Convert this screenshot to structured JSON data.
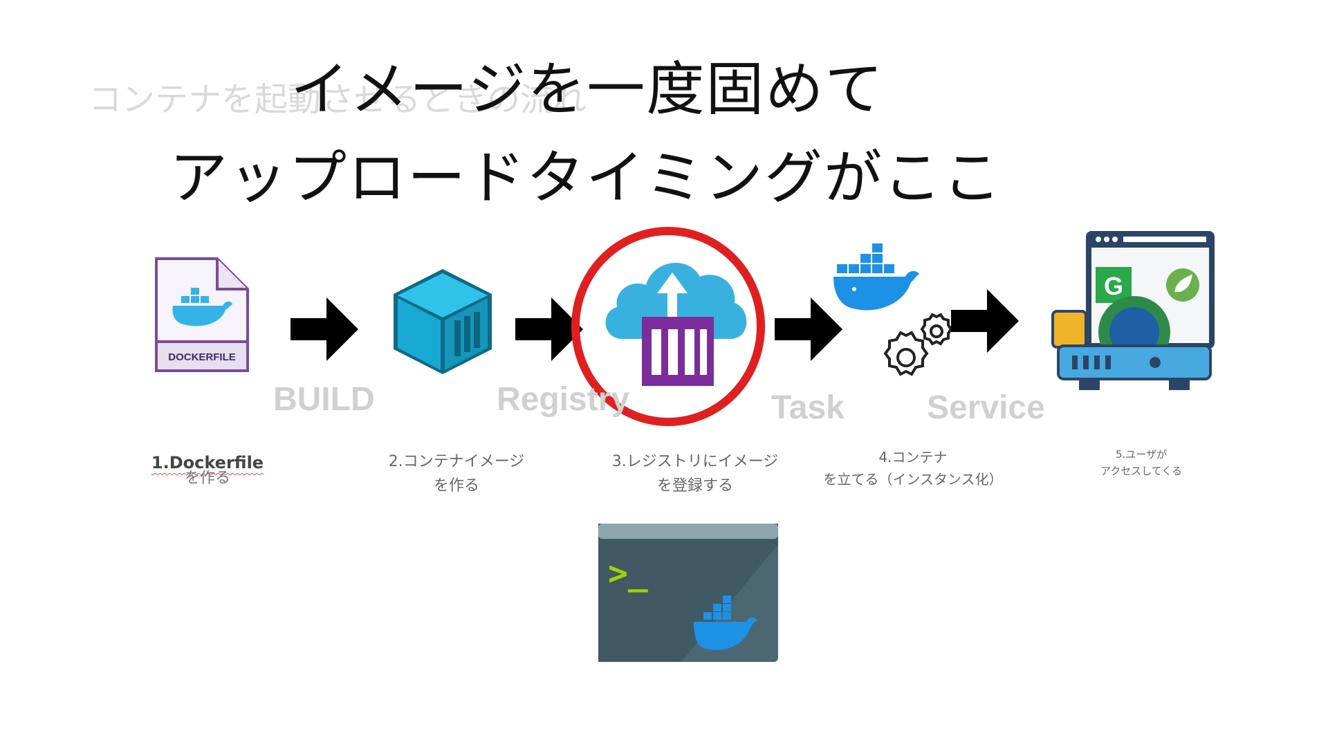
{
  "background_title": "コンテナを起動させるときの流れ",
  "headline": {
    "line1": "イメージを一度固めて",
    "line2": "アップロードタイミングがここ"
  },
  "stage_labels": [
    "BUILD",
    "Registry",
    "Task",
    "Service"
  ],
  "steps": [
    {
      "line1": "1.Dockerfile",
      "line2": "を作る"
    },
    {
      "line1": "2.コンテナイメージ",
      "line2": "を作る"
    },
    {
      "line1": "3.レジストリにイメージ",
      "line2": "を登録する"
    },
    {
      "line1": "4.コンテナ",
      "line2": "を立てる（インスタンス化）"
    },
    {
      "line1": "5.ユーザが",
      "line2": "アクセスしてくる"
    }
  ],
  "icons": {
    "dockerfile_badge": "DOCKERFILE",
    "terminal_prompt": ">_",
    "web_badge": "G"
  },
  "colors": {
    "highlight_circle": "#e02020",
    "docker_blue": "#1d91e6",
    "container_teal": "#1bb0d8",
    "registry_purple": "#7b2d9c",
    "cloud_blue": "#39b1e0",
    "arrow": "#000000"
  }
}
